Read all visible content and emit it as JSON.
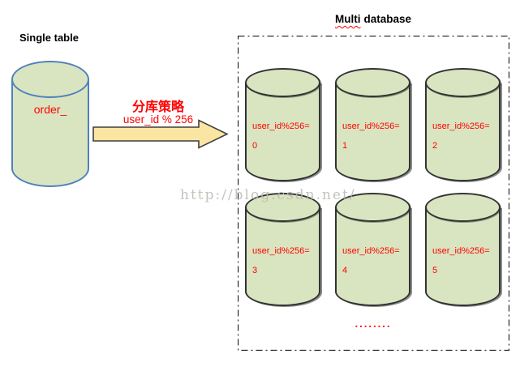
{
  "diagram": {
    "single": {
      "title": "Single table",
      "cylinder_label": "order_"
    },
    "arrow": {
      "strategy_label": "分库策略",
      "formula_label": "user_id % 256"
    },
    "multi": {
      "title_word1": "Multi",
      "title_word2": "database",
      "cylinders": [
        {
          "line1": "user_id%256=",
          "line2": "0"
        },
        {
          "line1": "user_id%256=",
          "line2": "1"
        },
        {
          "line1": "user_id%256=",
          "line2": "2"
        },
        {
          "line1": "user_id%256=",
          "line2": "3"
        },
        {
          "line1": "user_id%256=",
          "line2": "4"
        },
        {
          "line1": "user_id%256=",
          "line2": "5"
        }
      ],
      "ellipsis": "........"
    },
    "watermark": "http://blog.csdn.net/",
    "colors": {
      "cylinder_fill": "#d9e5c0",
      "single_cylinder_border": "#4f81bd",
      "multi_cylinder_border": "#333333",
      "arrow_fill": "#fbe5a3",
      "arrow_border": "#3f3f3f",
      "label_red": "#ff0000",
      "box_border": "#1a1a1a",
      "watermark_gray": "#b9b9b2"
    }
  }
}
